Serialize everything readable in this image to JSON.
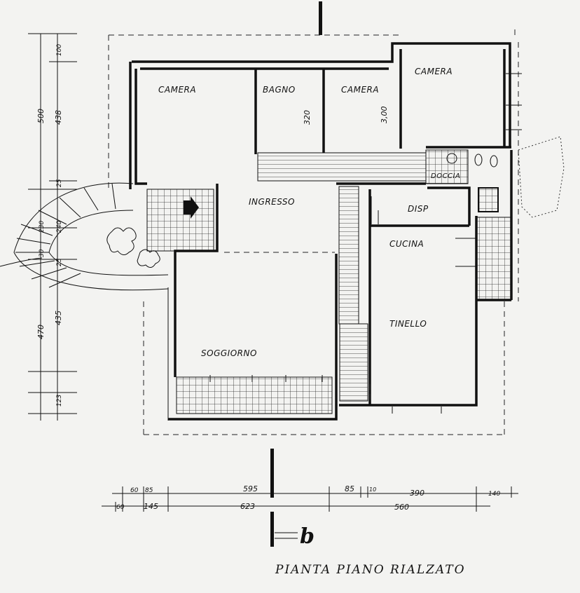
{
  "title": "PIANTA PIANO RIALZATO",
  "section_mark": "b",
  "rooms": {
    "camera_1": "CAMERA",
    "bagno": "BAGNO",
    "camera_2": "CAMERA",
    "camera_3": "CAMERA",
    "doccia": "DOCCIA",
    "ingresso": "INGRESSO",
    "disp": "DISP",
    "cucina": "CUCINA",
    "tinello": "TINELLO",
    "soggiorno": "SOGGIORNO"
  },
  "dimensions": {
    "bagno_h": "320",
    "camera2_h": "3,00",
    "left_outer": [
      "500",
      "470"
    ],
    "left_inner": [
      "100",
      "438",
      "25",
      "230",
      "240",
      "30",
      "25",
      "435",
      "123"
    ],
    "bottom_row1": [
      "60",
      "85",
      "595",
      "85",
      "10",
      "390",
      "140"
    ],
    "bottom_row2": [
      "60",
      "145",
      "623",
      "560"
    ]
  }
}
